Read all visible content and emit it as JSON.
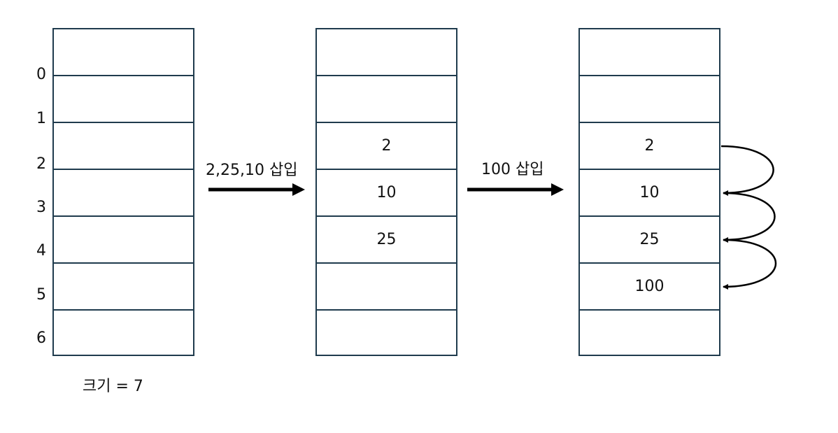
{
  "indices": [
    "0",
    "1",
    "2",
    "3",
    "4",
    "5",
    "6"
  ],
  "size_label": "크기 = 7",
  "step1_label": "2,25,10 삽입",
  "step2_label": "100 삽입",
  "table1": [
    "",
    "",
    "",
    "",
    "",
    "",
    ""
  ],
  "table2": [
    "",
    "",
    "2",
    "10",
    "25",
    "",
    ""
  ],
  "table3": [
    "",
    "",
    "2",
    "10",
    "25",
    "100",
    ""
  ],
  "colors": {
    "border": "#1f3b4d",
    "arrow": "#000000"
  }
}
